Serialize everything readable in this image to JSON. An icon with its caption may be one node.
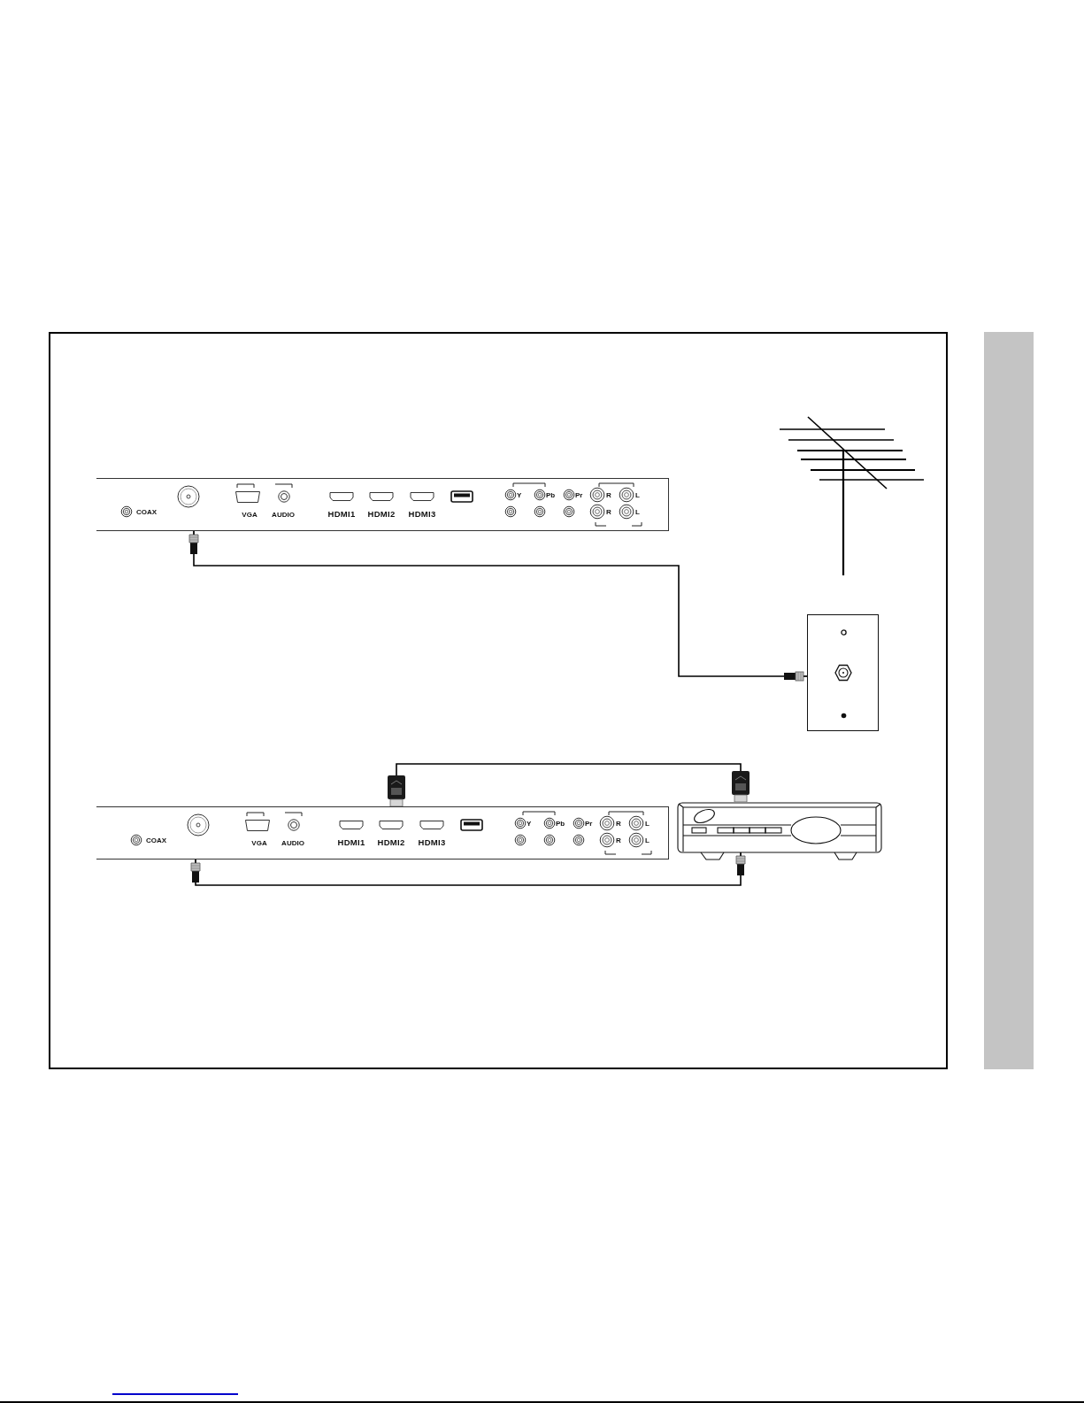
{
  "diagram": {
    "nodes": [
      {
        "text": [
          "COAX",
          "VGA",
          "AUDIO",
          "HDMI1",
          "HDMI2",
          "HDMI3",
          "Y",
          "Pb",
          "Pr",
          "R",
          "L",
          "R",
          "L"
        ]
      },
      {
        "text": [],
        "shape": "box"
      },
      {
        "text": [
          "COAX",
          "VGA",
          "AUDIO",
          "HDMI1",
          "HDMI2",
          "HDMI3",
          "Y",
          "Pb",
          "Pr",
          "R",
          "L",
          "R",
          "L"
        ]
      },
      {
        "text": [],
        "shape": "picture"
      },
      {
        "text": [],
        "shape": "bar"
      }
    ],
    "edges": [
      {
        "from": 0,
        "to": 1,
        "arrow": "other"
      },
      {
        "from": 2,
        "to": 3,
        "arrow": "other"
      },
      {
        "from": 2,
        "to": 3,
        "arrow": "other"
      }
    ]
  }
}
